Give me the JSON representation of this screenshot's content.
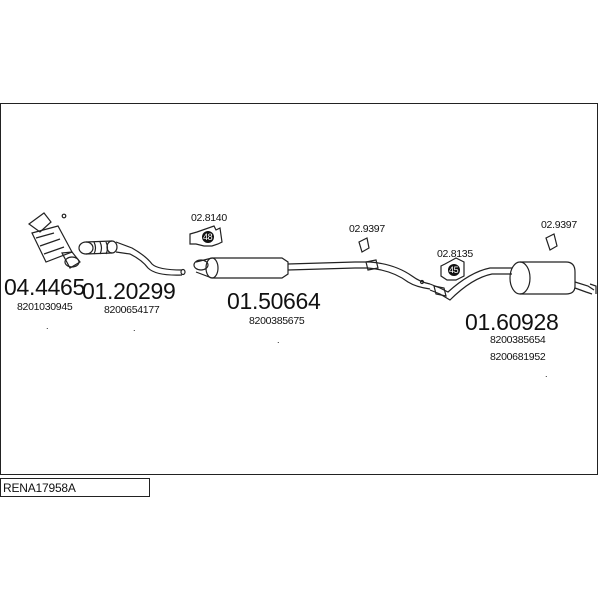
{
  "diagram": {
    "reference_code": "RENA17958A",
    "parts": [
      {
        "number": "04.4465",
        "oem": [
          "8201030945"
        ]
      },
      {
        "number": "01.20299",
        "oem": [
          "8200654177"
        ]
      },
      {
        "number": "01.50664",
        "oem": [
          "8200385675"
        ]
      },
      {
        "number": "01.60928",
        "oem": [
          "8200385654",
          "8200681952"
        ]
      }
    ],
    "fittings": [
      {
        "number": "02.8140",
        "badge": "48"
      },
      {
        "number": "02.9397"
      },
      {
        "number": "02.8135",
        "badge": "45"
      },
      {
        "number": "02.9397"
      }
    ]
  }
}
